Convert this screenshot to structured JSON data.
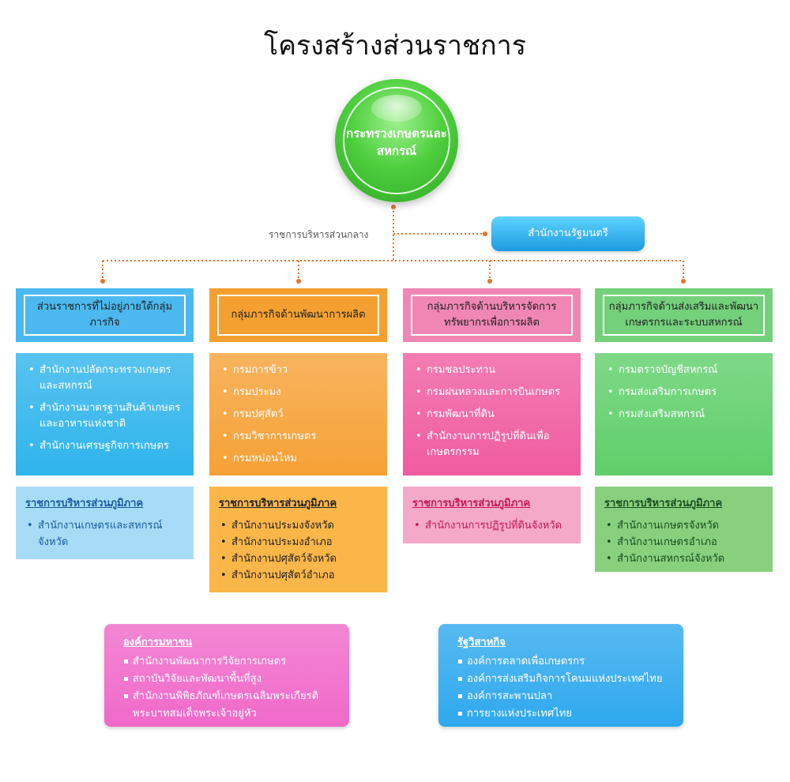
{
  "title": "โครงสร้างส่วนราชการ",
  "ministry": {
    "label": "กระทรวงเกษตรและสหกรณ์",
    "color": "#3cbf2e"
  },
  "central_admin_label": "ราชการบริหารส่วนกลาง",
  "pm_office": {
    "label": "สำนักงานรัฐมนตรี",
    "color": "#1b9be0"
  },
  "connector_color": "#e8732a",
  "columns": [
    {
      "header": "ส่วนราชการที่ไม่อยู่ภายใต้กลุ่มภารกิจ",
      "header_color": "#4bb9ef",
      "body_color": "#2fb4ec",
      "items": [
        "สำนักงานปลัดกระทรวงเกษตรและสหกรณ์",
        "สำนักงานมาตรฐานสินค้าเกษตรและอาหารแห่งชาติ",
        "สำนักงานเศรษฐกิจการเกษตร"
      ],
      "region_title": "ราชการบริหารส่วนภูมิภาค",
      "region_color": "#a7dcf7",
      "region_text_color": "#1a5c9a",
      "region_items": [
        "สำนักงานเกษตรและสหกรณ์จังหวัด"
      ]
    },
    {
      "header": "กลุ่มภารกิจด้านพัฒนาการผลิต",
      "header_color": "#f4a031",
      "body_color": "#f6a136",
      "items": [
        "กรมการข้าว",
        "กรมประมง",
        "กรมปศุสัตว์",
        "กรมวิชาการเกษตร",
        "กรมหม่อนไหม"
      ],
      "region_title": "ราชการบริหารส่วนภูมิภาค",
      "region_color": "#fbb64a",
      "region_text_color": "#222222",
      "region_items": [
        "สำนักงานประมงจังหวัด",
        "สำนักงานประมงอำเภอ",
        "สำนักงานปศุสัตว์จังหวัด",
        "สำนักงานปศุสัตว์อำเภอ"
      ]
    },
    {
      "header": "กลุ่มภารกิจด้านบริหารจัดการทรัพยากรเพื่อการผลิต",
      "header_color": "#ef86b3",
      "body_color": "#f05ca0",
      "items": [
        "กรมชลประทาน",
        "กรมฝนหลวงและการบินเกษตร",
        "กรมพัฒนาที่ดิน",
        "สำนักงานการปฏิรูปที่ดินเพื่อเกษตรกรรม"
      ],
      "region_title": "ราชการบริหารส่วนภูมิภาค",
      "region_color": "#f5a9c8",
      "region_text_color": "#c2185b",
      "region_items": [
        "สำนักงานการปฏิรูปที่ดินจังหวัด"
      ]
    },
    {
      "header": "กลุ่มภารกิจด้านส่งเสริมและพัฒนาเกษตรกรและระบบสหกรณ์",
      "header_color": "#74d07b",
      "body_color": "#5fcf6a",
      "items": [
        "กรมตรวจบัญชีสหกรณ์",
        "กรมส่งเสริมการเกษตร",
        "กรมส่งเสริมสหกรณ์"
      ],
      "region_title": "ราชการบริหารส่วนภูมิภาค",
      "region_color": "#88d07e",
      "region_text_color": "#1b4d1e",
      "region_items": [
        "สำนักงานเกษตรจังหวัด",
        "สำนักงานเกษตรอำเภอ",
        "สำนักงานสหกรณ์จังหวัด"
      ]
    }
  ],
  "public_orgs": {
    "title": "องค์การมหาชน",
    "color": "#f069c9",
    "items": [
      "สำนักงานพัฒนาการวิจัยการเกษตร",
      "สถาบันวิจัยและพัฒนาพื้นที่สูง",
      "สำนักงานพิพิธภัณฑ์เกษตรเฉลิมพระเกียรติพระบาทสมเด็จพระเจ้าอยู่หัว"
    ]
  },
  "state_enterprises": {
    "title": "รัฐวิสาหกิจ",
    "color": "#2ea8ee",
    "items": [
      "องค์การตลาดเพื่อเกษตรกร",
      "องค์การส่งเสริมกิจการโคนมแห่งประเทศไทย",
      "องค์การสะพานปลา",
      "การยางแห่งประเทศไทย"
    ]
  }
}
